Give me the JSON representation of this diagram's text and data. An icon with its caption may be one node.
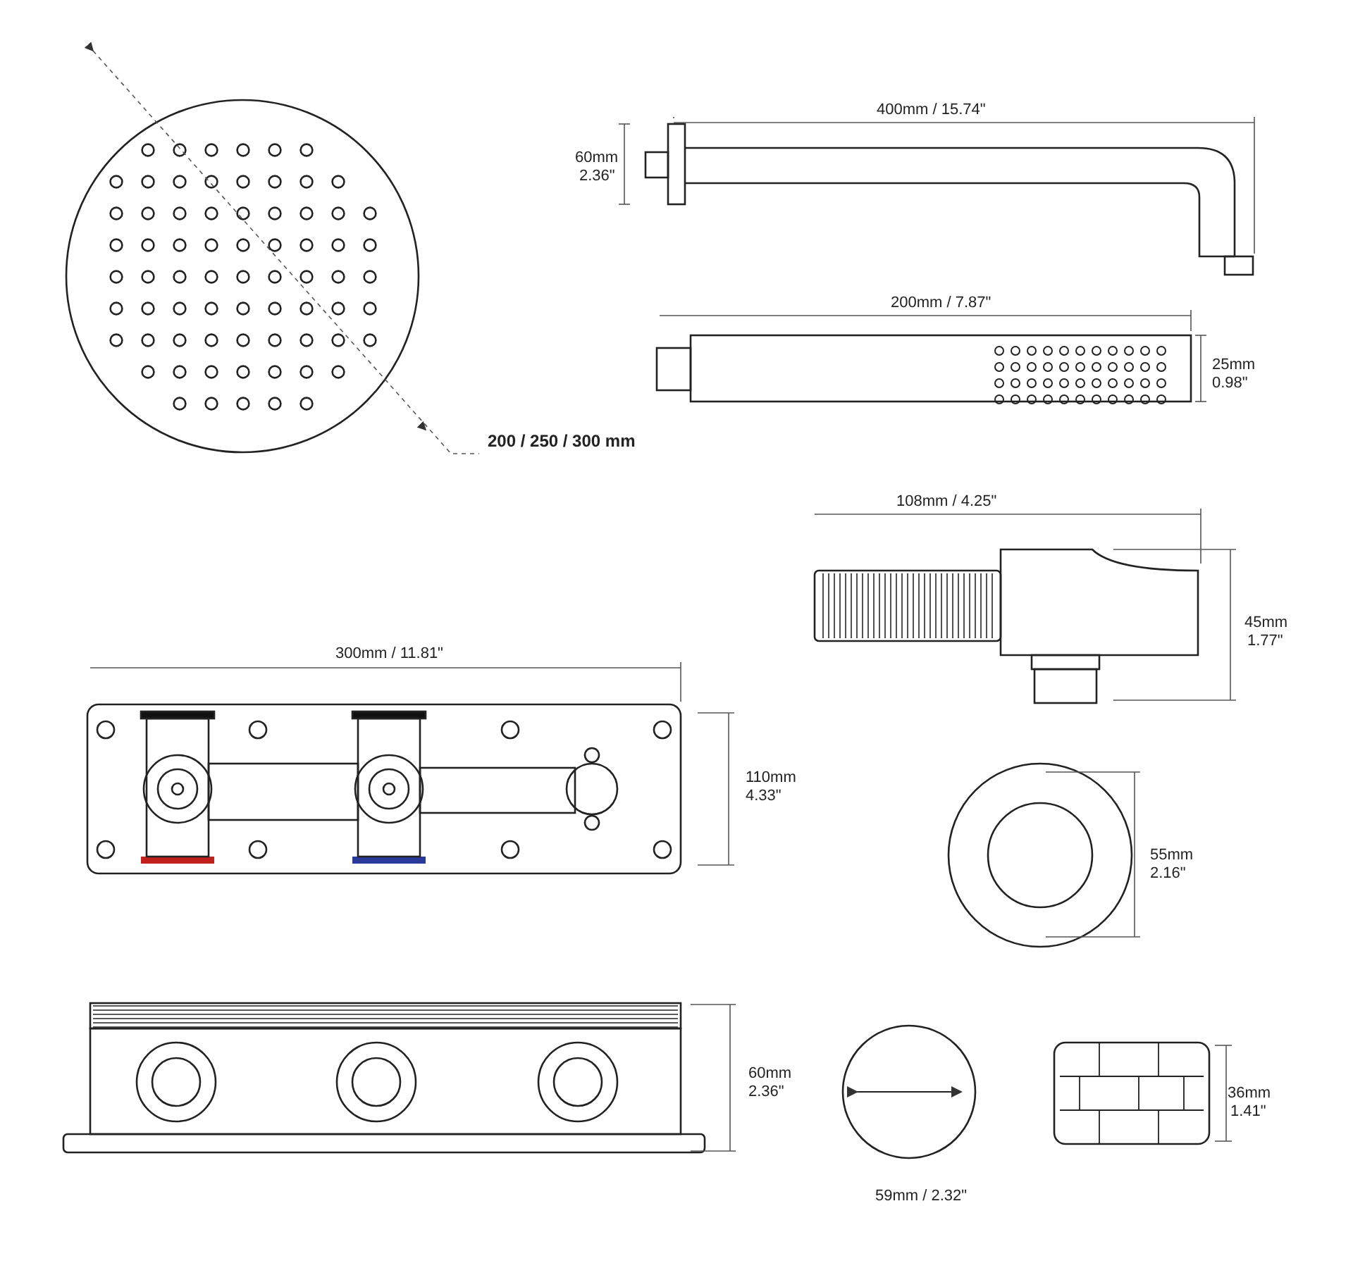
{
  "diagram": {
    "labels": [
      "400mm / 15.74\"",
      "60mm",
      "2.36\"",
      "200mm / 7.87\"",
      "25mm",
      "0.98\"",
      "200 / 250 / 300 mm",
      "108mm / 4.25\"",
      "45mm",
      "1.77\"",
      "300mm / 11.81\"",
      "110mm",
      "4.33\"",
      "55mm",
      "2.16\"",
      "60mm",
      "2.36\"",
      "36mm",
      "1.41\"",
      "59mm / 2.32\""
    ]
  }
}
